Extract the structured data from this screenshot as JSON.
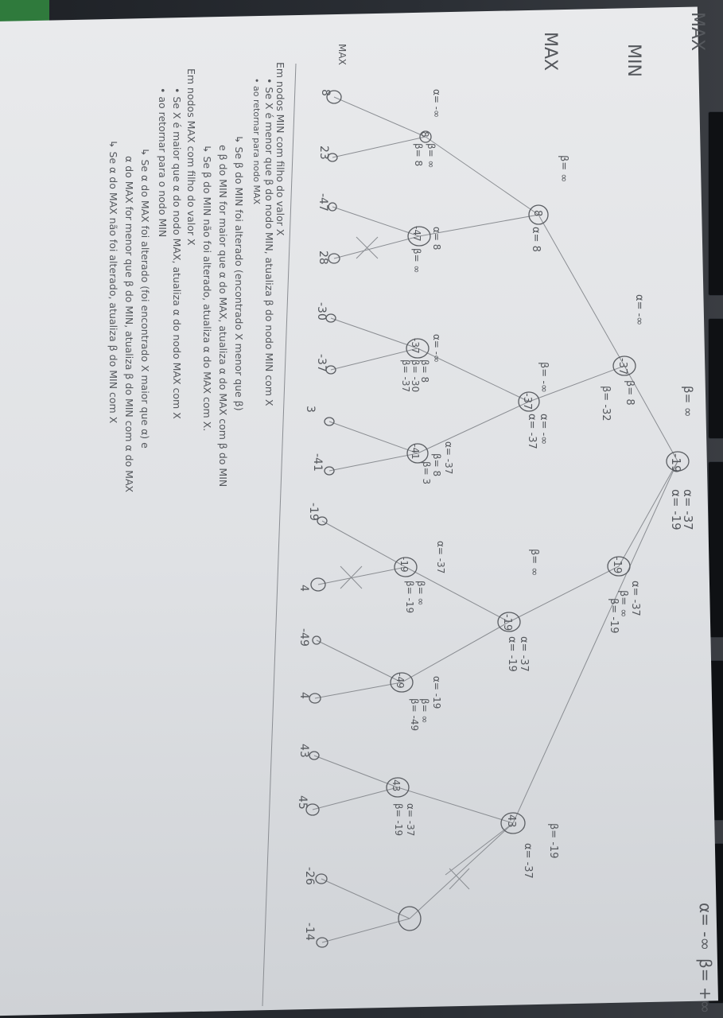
{
  "levels": {
    "max_top": "MAX",
    "min": "MIN",
    "max": "MAX",
    "max_leaves": "MAX"
  },
  "root": {
    "value": "-19",
    "alpha": "α= -37",
    "alpha2": "α= -19",
    "beta": "β= ∞",
    "alpha_init": "α= -∞",
    "beta_init": "β= +∞"
  },
  "min_nodes": [
    {
      "value": "-37",
      "alpha": "α= -∞",
      "beta": "β= 8",
      "beta2": "β= -32"
    },
    {
      "value": "-19",
      "alpha": "α= -37",
      "beta": "β= ∞",
      "beta2": "β= -19"
    },
    {
      "value": "43",
      "alpha": "α= -37",
      "beta": "β= -19"
    }
  ],
  "max_nodes": [
    {
      "value": "8",
      "alpha": "α= 8",
      "beta": "β= ∞"
    },
    {
      "value": "-37",
      "alpha": "α= -∞",
      "alpha2": "α= -37",
      "beta": "β= -∞"
    },
    {
      "value": "-19",
      "alpha": "α= -37",
      "alpha2": "α= -19",
      "beta": "β= ∞"
    }
  ],
  "min2_nodes": [
    {
      "value": "8",
      "alpha": "α= -∞",
      "beta": "β= ∞",
      "beta2": "β= 8"
    },
    {
      "value": "-47",
      "alpha": "α= 8",
      "beta": "β= ∞"
    },
    {
      "value": "-37",
      "alpha": "α= -∞",
      "beta": "β= 8",
      "beta2": "β= -30",
      "beta3": "β= -37"
    },
    {
      "value": "-41",
      "alpha": "α= -37",
      "beta": "β= 8",
      "beta2": "β= 3"
    },
    {
      "value": "-19",
      "alpha": "α= -37",
      "beta": "β= ∞",
      "beta2": "β= -19"
    },
    {
      "value": "-49",
      "alpha": "α= -19",
      "beta": "β= ∞",
      "beta2": "β= -49"
    },
    {
      "value": "43",
      "alpha": "α= -37",
      "beta": "β= -19"
    }
  ],
  "leaves": [
    "8",
    "23",
    "-47",
    "28",
    "-30",
    "-37",
    "3",
    "-41",
    "-19",
    "4",
    "-49",
    "4",
    "43",
    "45",
    "-26",
    "-14"
  ],
  "notes": [
    "Em nodos MIN com filho do valor X",
    "• Se X é menor que β do nodo MIN, atualiza β do nodo MIN com X",
    "• ao retornar para nodo MAX",
    "↳ Se β do MIN foi alterado (encontrado X menor que β)",
    "e β do MIN for maior que α do MAX, atualiza α do MAX com β do MIN",
    "↳ Se β do MIN não foi alterado, atualiza α do MAX com X.",
    "Em nodos MAX com filho do valor X",
    "• Se X é maior que α do nodo MAX, atualiza α do nodo MAX com X",
    "• ao retornar para o nodo MIN",
    "↳ Se α do MAX foi alterado (foi encontrado X maior que α) e",
    "α do MAX for menor que β do MIN, atualiza β do MIN com α do MAX",
    "↳ Se α do MAX não foi alterado, atualiza β do MIN com X"
  ]
}
